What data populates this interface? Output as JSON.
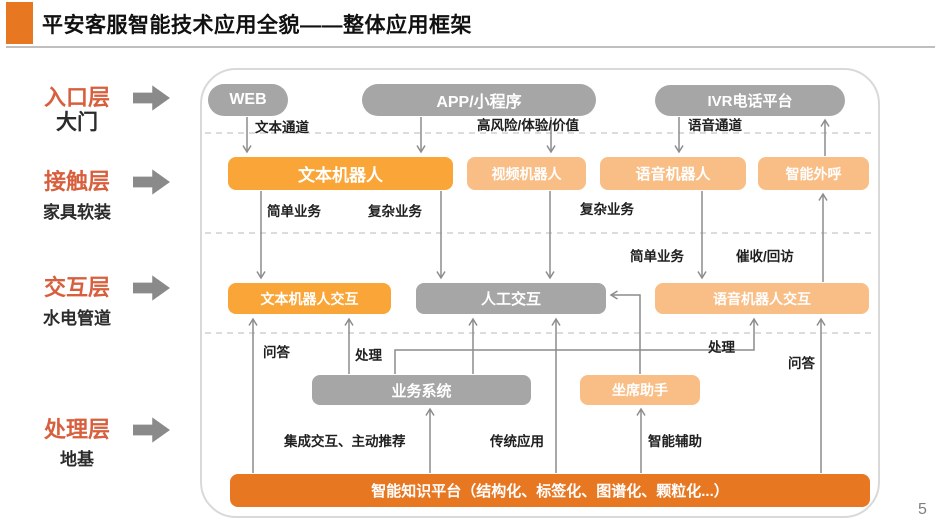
{
  "slide": {
    "title": "平安客服智能技术应用全貌——整体应用框架",
    "page_number": "5"
  },
  "layers": [
    {
      "label": "入口层",
      "sublabel": "大门"
    },
    {
      "label": "接触层",
      "sublabel": "家具软装"
    },
    {
      "label": "交互层",
      "sublabel": "水电管道"
    },
    {
      "label": "处理层",
      "sublabel": "地基"
    }
  ],
  "nodes": {
    "web": "WEB",
    "app": "APP/小程序",
    "ivr": "IVR电话平台",
    "text_bot": "文本机器人",
    "video_bot": "视频机器人",
    "voice_bot": "语音机器人",
    "smart_outbound": "智能外呼",
    "text_bot_interaction": "文本机器人交互",
    "human_interaction": "人工交互",
    "voice_bot_interaction": "语音机器人交互",
    "business_system": "业务系统",
    "agent_assistant": "坐席助手",
    "knowledge_platform": "智能知识平台（结构化、标签化、图谱化、颗粒化...）"
  },
  "edge_labels": {
    "text_channel": "文本通道",
    "high_risk_value": "高风险/体验/价值",
    "voice_channel": "语音通道",
    "simple_biz_text": "简单业务",
    "complex_biz_text": "复杂业务",
    "complex_biz_video": "复杂业务",
    "simple_biz_voice": "简单业务",
    "collection_callback": "催收/回访",
    "qa_left": "问答",
    "handle_left": "处理",
    "handle_right": "处理",
    "qa_right": "问答",
    "integrated_push": "集成交互、主动推荐",
    "traditional_app": "传统应用",
    "smart_assist": "智能辅助"
  },
  "colors": {
    "brand_orange": "#E87722",
    "bright_orange": "#FAA537",
    "light_orange": "#F8BE86",
    "gray_node": "#A6A6A6",
    "layer_label_orange": "#D75F3D",
    "connector_gray": "#8C8C8C"
  }
}
